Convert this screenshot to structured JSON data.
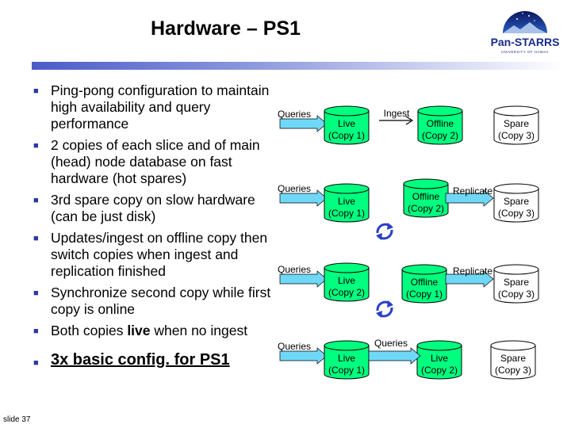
{
  "slide": {
    "title": "Hardware – PS1",
    "logo": {
      "name": "Pan-STARRS",
      "subtitle": "UNIVERSITY OF HAWAII"
    },
    "bullets": [
      "Ping-pong configuration to maintain high availability and query performance",
      "2 copies of each slice and of main (head) node database on fast hardware (hot spares)",
      "3rd spare copy on slow hardware (can be just disk)",
      "Updates/ingest on offline copy then switch copies when ingest and replication finished",
      "Synchronize second copy while first copy is online"
    ],
    "last_bullet": {
      "before": "Both copies ",
      "bold": "live",
      "after": " when no ingest"
    },
    "summary": "3x basic config. for PS1",
    "slide_number": "slide 37"
  },
  "diagram": {
    "colors": {
      "live": "#00ff7f",
      "offline": "#00ff7f",
      "spare": "#ffffff",
      "arrow": "#6fd8f6",
      "cycle": "#2b3fc8"
    },
    "rows": [
      {
        "queries_label": "Queries",
        "db": [
          {
            "title": "Live",
            "copy": "(Copy 1)",
            "fill": "#00ff7f"
          },
          {
            "title": "Offline",
            "copy": "(Copy 2)",
            "fill": "#00ff7f"
          },
          {
            "title": "Spare",
            "copy": "(Copy 3)",
            "fill": "#ffffff"
          }
        ],
        "extra_label": "Ingest"
      },
      {
        "queries_label": "Queries",
        "db": [
          {
            "title": "Live",
            "copy": "(Copy 1)",
            "fill": "#00ff7f"
          },
          {
            "title": "Offline",
            "copy": "(Copy 2)",
            "fill": "#00ff7f"
          },
          {
            "title": "Spare",
            "copy": "(Copy 3)",
            "fill": "#ffffff"
          }
        ],
        "extra_label": "Replicate"
      },
      {
        "queries_label": "Queries",
        "db": [
          {
            "title": "Live",
            "copy": "(Copy 2)",
            "fill": "#00ff7f"
          },
          {
            "title": "Offline",
            "copy": "(Copy 1)",
            "fill": "#00ff7f"
          },
          {
            "title": "Spare",
            "copy": "(Copy 3)",
            "fill": "#ffffff"
          }
        ],
        "extra_label": "Replicate"
      },
      {
        "queries_label": "Queries",
        "db": [
          {
            "title": "Live",
            "copy": "(Copy 1)",
            "fill": "#00ff7f"
          },
          {
            "title": "Live",
            "copy": "(Copy 2)",
            "fill": "#00ff7f"
          },
          {
            "title": "Spare",
            "copy": "(Copy 3)",
            "fill": "#ffffff"
          }
        ],
        "extra_label": "Queries"
      }
    ]
  }
}
